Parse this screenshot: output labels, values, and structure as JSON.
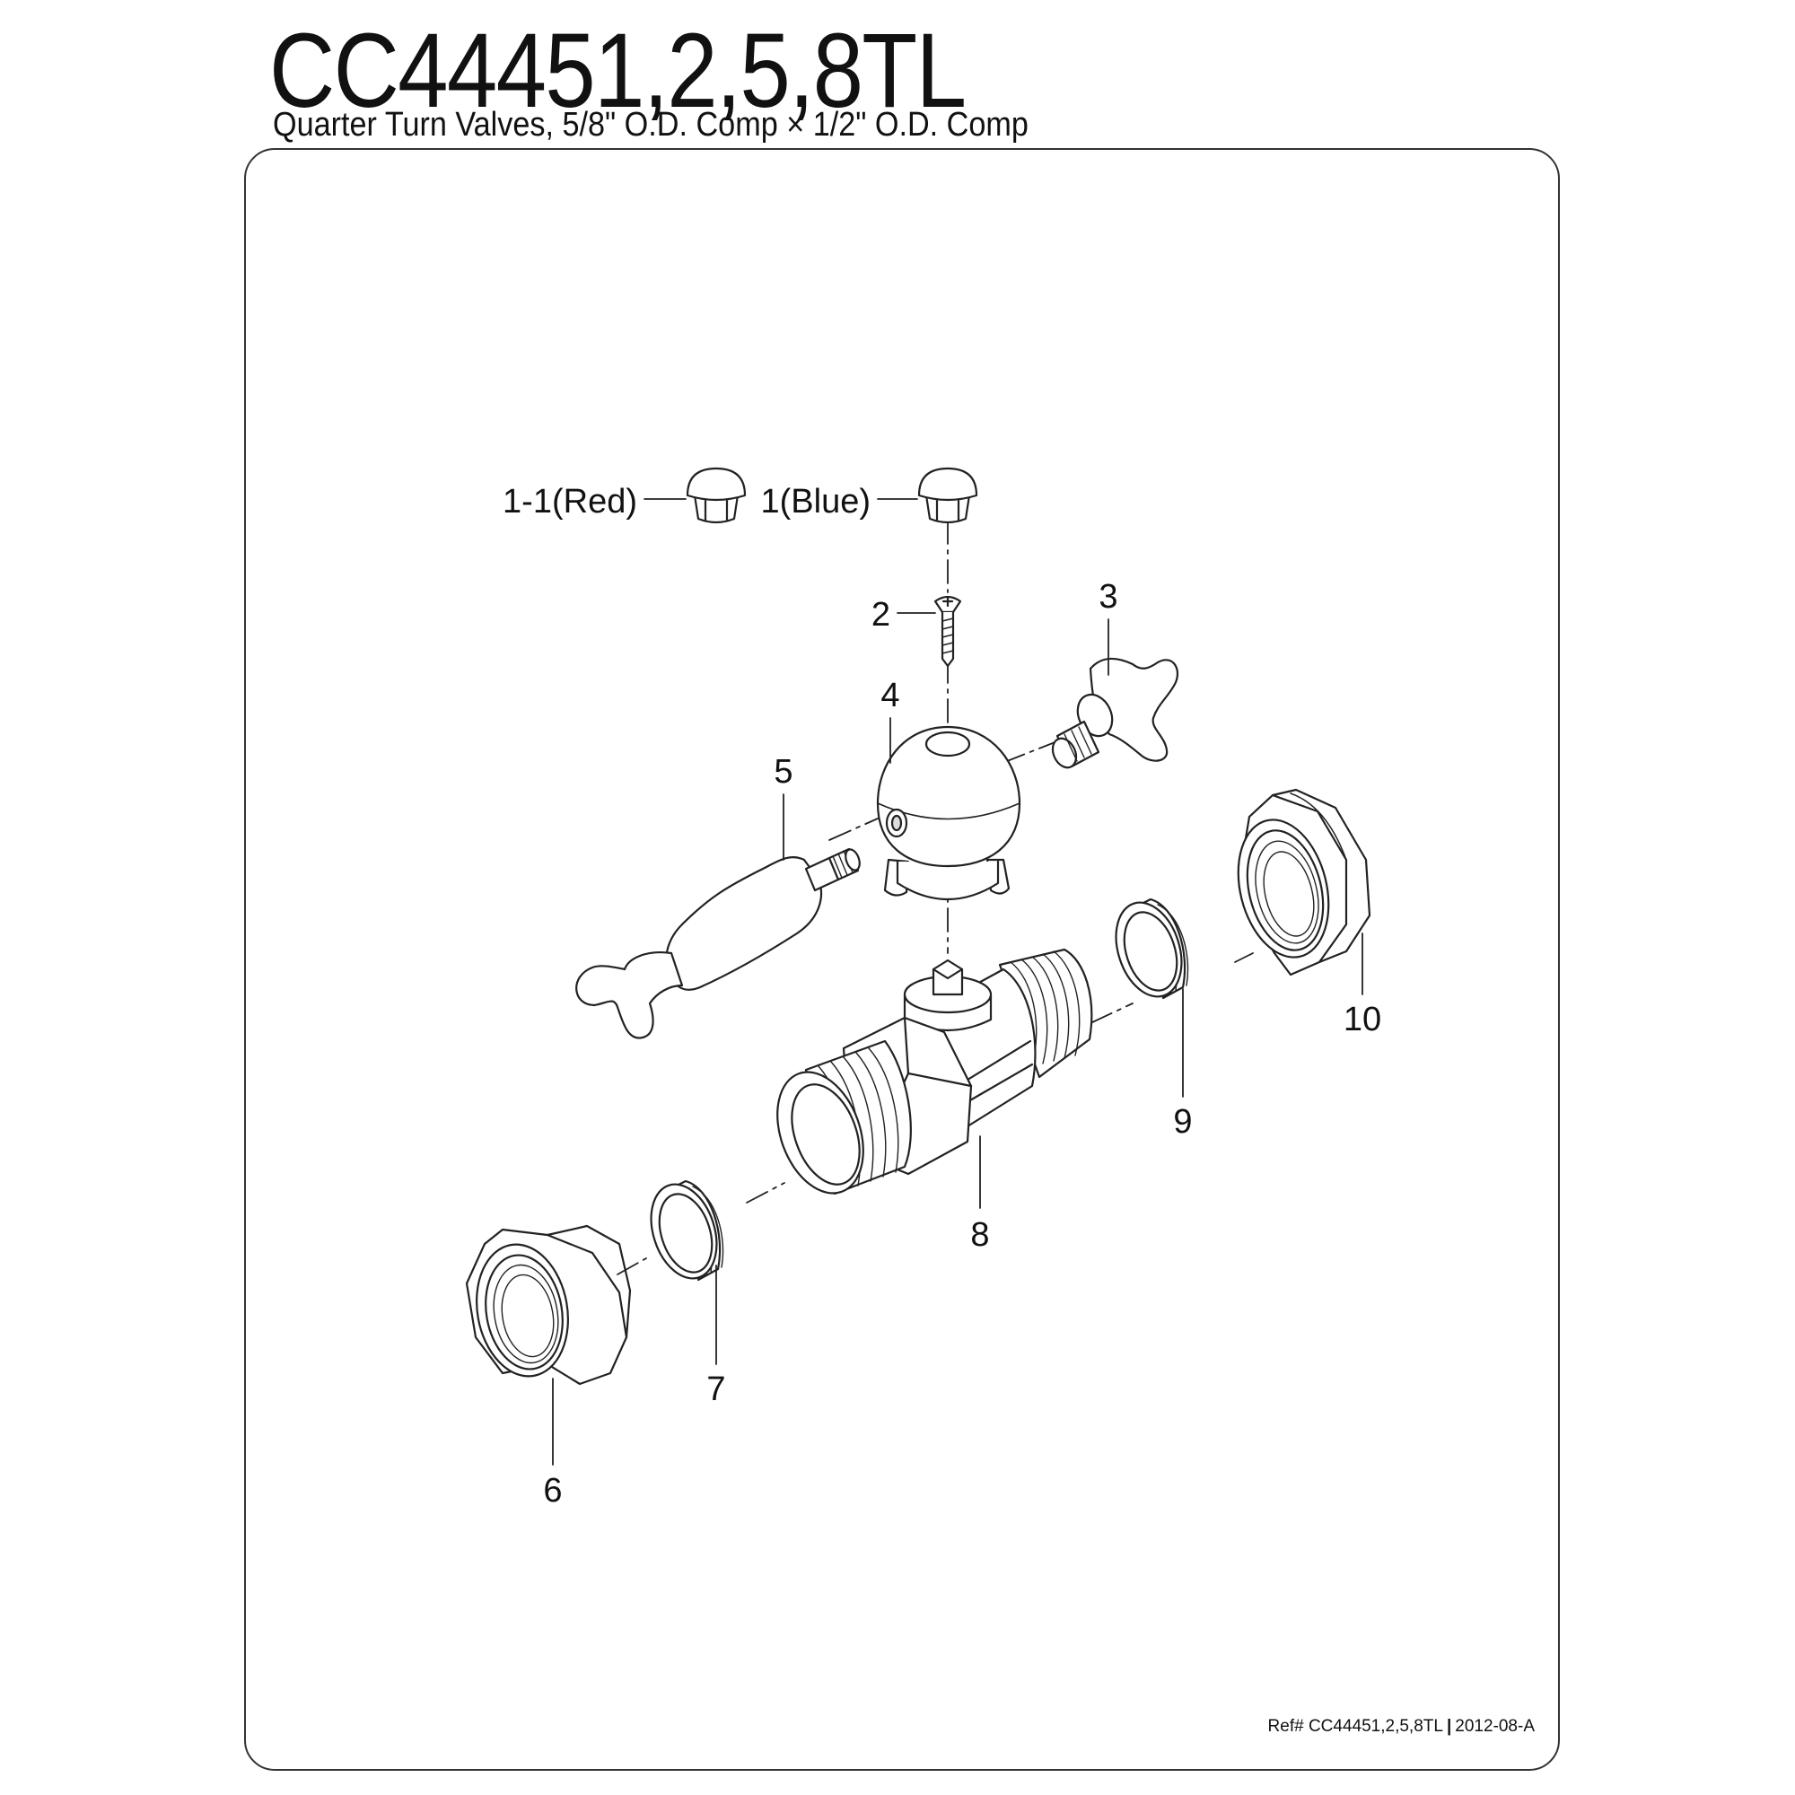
{
  "header": {
    "model": "CC44451,2,5,8TL",
    "description": "Quarter Turn Valves, 5/8\" O.D. Comp × 1/2\" O.D. Comp"
  },
  "callouts": {
    "p1_1": "1-1(Red)",
    "p1": "1(Blue)",
    "p2": "2",
    "p3": "3",
    "p4": "4",
    "p5": "5",
    "p6": "6",
    "p7": "7",
    "p8": "8",
    "p9": "9",
    "p10": "10"
  },
  "footer": {
    "ref": "Ref# CC44451,2,5,8TL",
    "separator": "|",
    "code": "2012-08-A"
  },
  "colors": {
    "line": "#222222",
    "background": "#ffffff"
  }
}
